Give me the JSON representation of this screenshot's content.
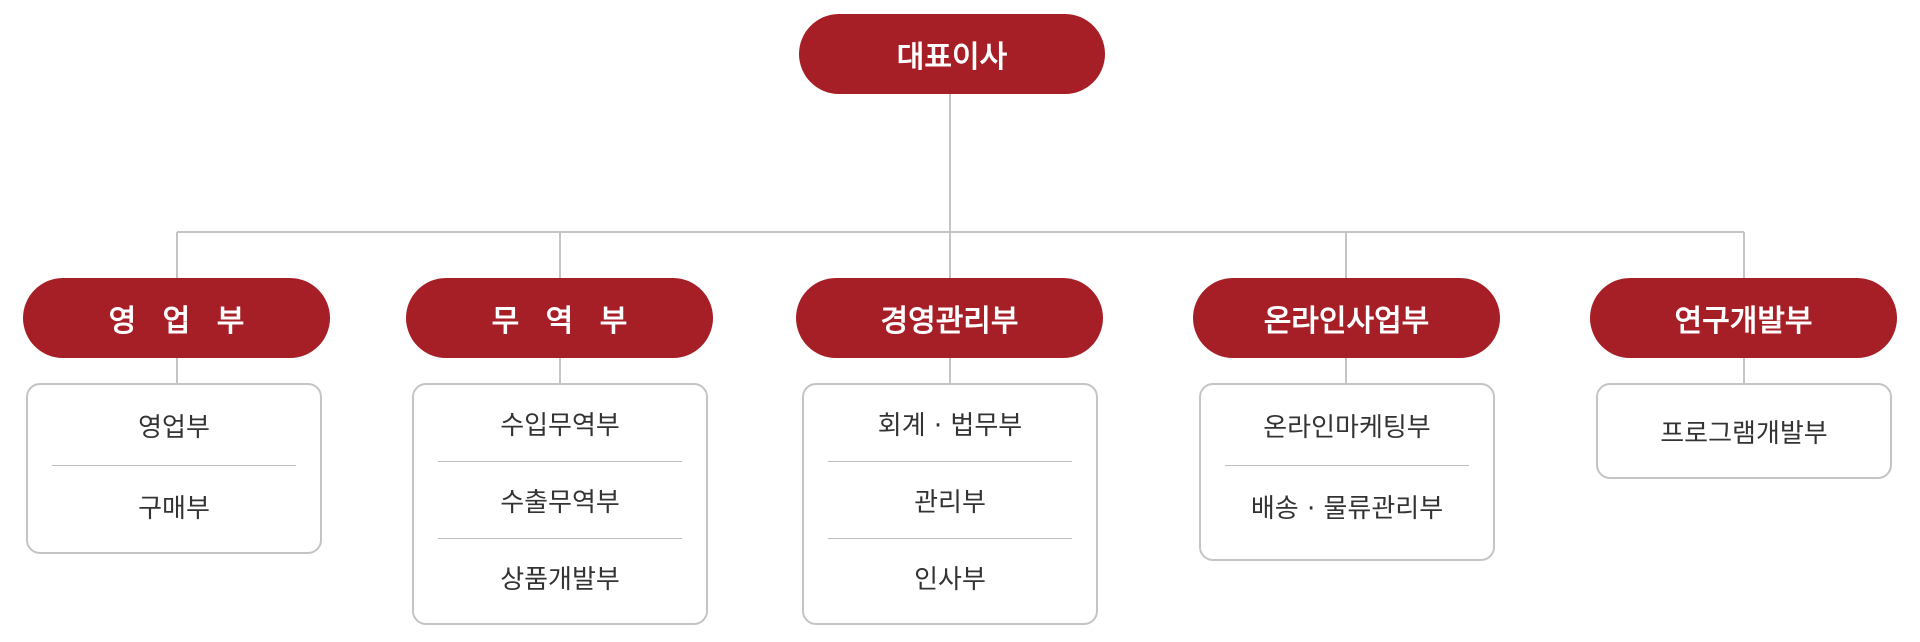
{
  "colors": {
    "accent": "#a61e26",
    "line": "#c4c4c4",
    "box_border": "#c4c4c4",
    "text": "#333333"
  },
  "ceo": {
    "label": "대표이사"
  },
  "departments": [
    {
      "label": "영 업 부",
      "items": [
        "영업부",
        "구매부"
      ]
    },
    {
      "label": "무 역 부",
      "items": [
        "수입무역부",
        "수출무역부",
        "상품개발부"
      ]
    },
    {
      "label": "경영관리부",
      "items": [
        "회계 · 법무부",
        "관리부",
        "인사부"
      ]
    },
    {
      "label": "온라인사업부",
      "items": [
        "온라인마케팅부",
        "배송 · 물류관리부"
      ]
    },
    {
      "label": "연구개발부",
      "items": [
        "프로그램개발부"
      ]
    }
  ]
}
